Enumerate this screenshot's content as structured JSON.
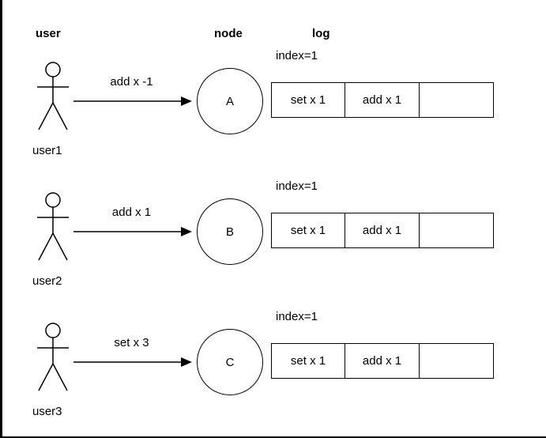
{
  "diagram": {
    "columns": {
      "user": "user",
      "node": "node",
      "log": "log"
    },
    "rows": [
      {
        "user_label": "user1",
        "message": "add x -1",
        "node_label": "A",
        "log_index": "index=1",
        "log_cells": [
          "set x 1",
          "add x 1",
          ""
        ]
      },
      {
        "user_label": "user2",
        "message": "add x 1",
        "node_label": "B",
        "log_index": "index=1",
        "log_cells": [
          "set x 1",
          "add x 1",
          ""
        ]
      },
      {
        "user_label": "user3",
        "message": "set x 3",
        "node_label": "C",
        "log_index": "index=1",
        "log_cells": [
          "set x 1",
          "add x 1",
          ""
        ]
      }
    ],
    "colors": {
      "stroke": "#000000",
      "background": "#ffffff"
    }
  }
}
